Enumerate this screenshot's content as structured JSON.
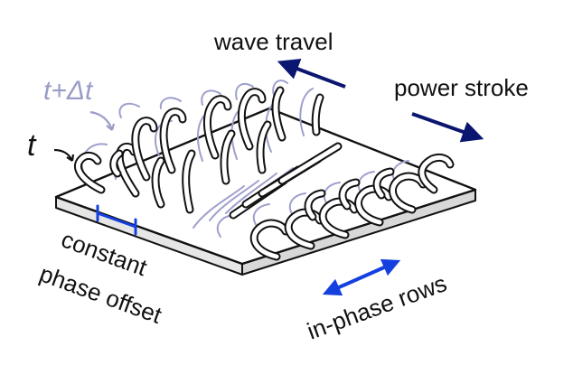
{
  "labels": {
    "wave_travel": "wave travel",
    "power_stroke": "power stroke",
    "t_plus_dt": "t+Δt",
    "t": "t",
    "constant": "constant",
    "phase_offset": "phase offset",
    "in_phase_rows": "in-phase rows"
  },
  "colors": {
    "navy_arrow": "#0a1670",
    "blue_arrow": "#1440e0",
    "ghost_cilia": "#9ea0cc",
    "dt_text": "#9a9dc8",
    "cilia_fill": "#ffffff",
    "outline": "#111111",
    "plate_top": "#ffffff",
    "plate_side": "#e6e6e6"
  },
  "icons": {
    "wave_travel_arrow": "arrow-up-left",
    "power_stroke_arrow": "arrow-down-right",
    "in_phase_arrow": "double-arrow",
    "phase_offset_marker": "bracket-bar"
  }
}
